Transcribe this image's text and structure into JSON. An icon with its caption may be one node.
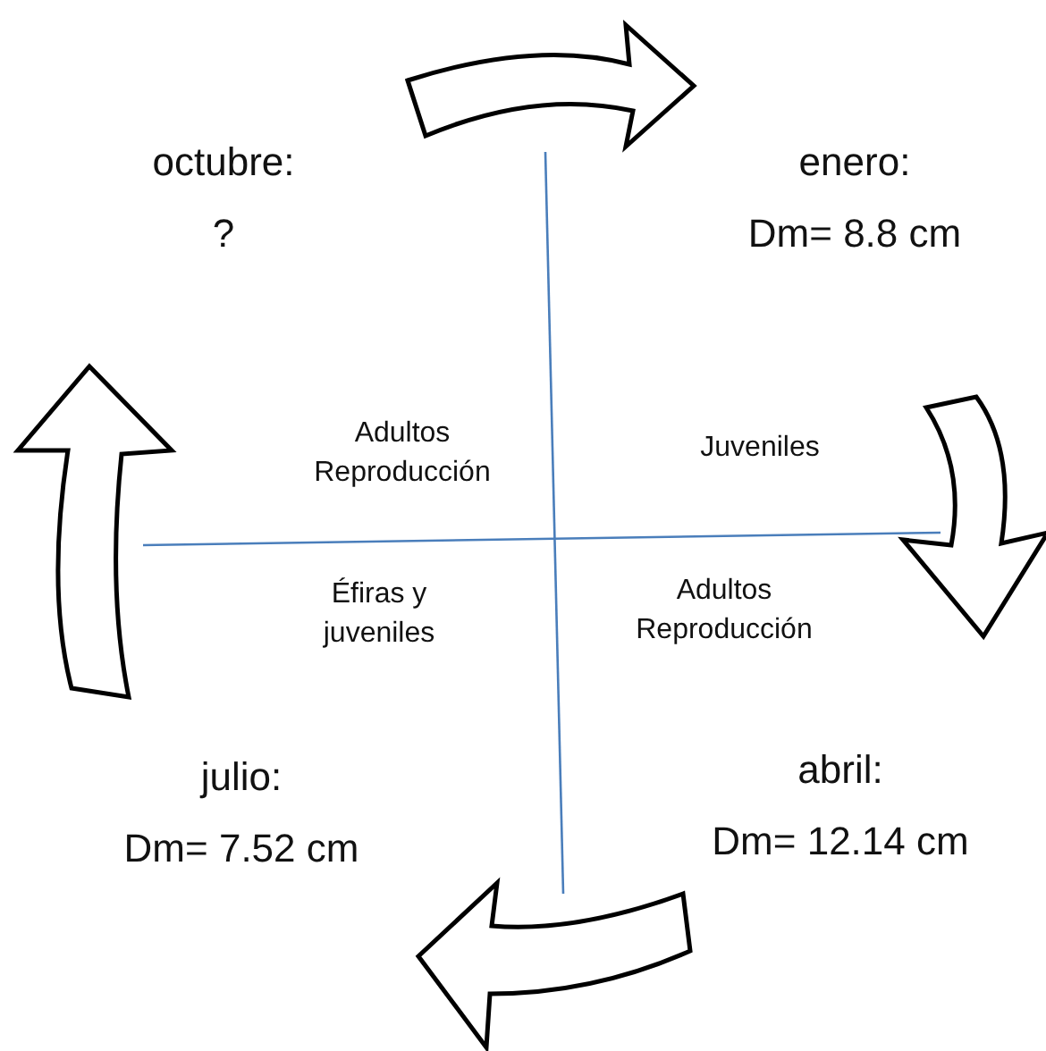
{
  "diagram": {
    "nodes": [
      {
        "text": [
          "octubre:",
          "?"
        ]
      },
      {
        "text": [
          "enero:",
          "Dm= 8.8 cm"
        ]
      },
      {
        "text": [
          "abril:",
          "Dm= 12.14 cm"
        ]
      },
      {
        "text": [
          "julio:",
          "Dm= 7.52 cm"
        ]
      }
    ],
    "edges": [
      {
        "from": 0,
        "to": 1,
        "arrow": "to"
      },
      {
        "from": 1,
        "to": 2,
        "arrow": "to"
      },
      {
        "from": 2,
        "to": 3,
        "arrow": "to"
      },
      {
        "from": 3,
        "to": 0,
        "arrow": "to"
      }
    ],
    "labels": [
      "Adultos Reproducción",
      "Juveniles",
      "Éfiras y juveniles",
      "Adultos Reproducción"
    ]
  }
}
